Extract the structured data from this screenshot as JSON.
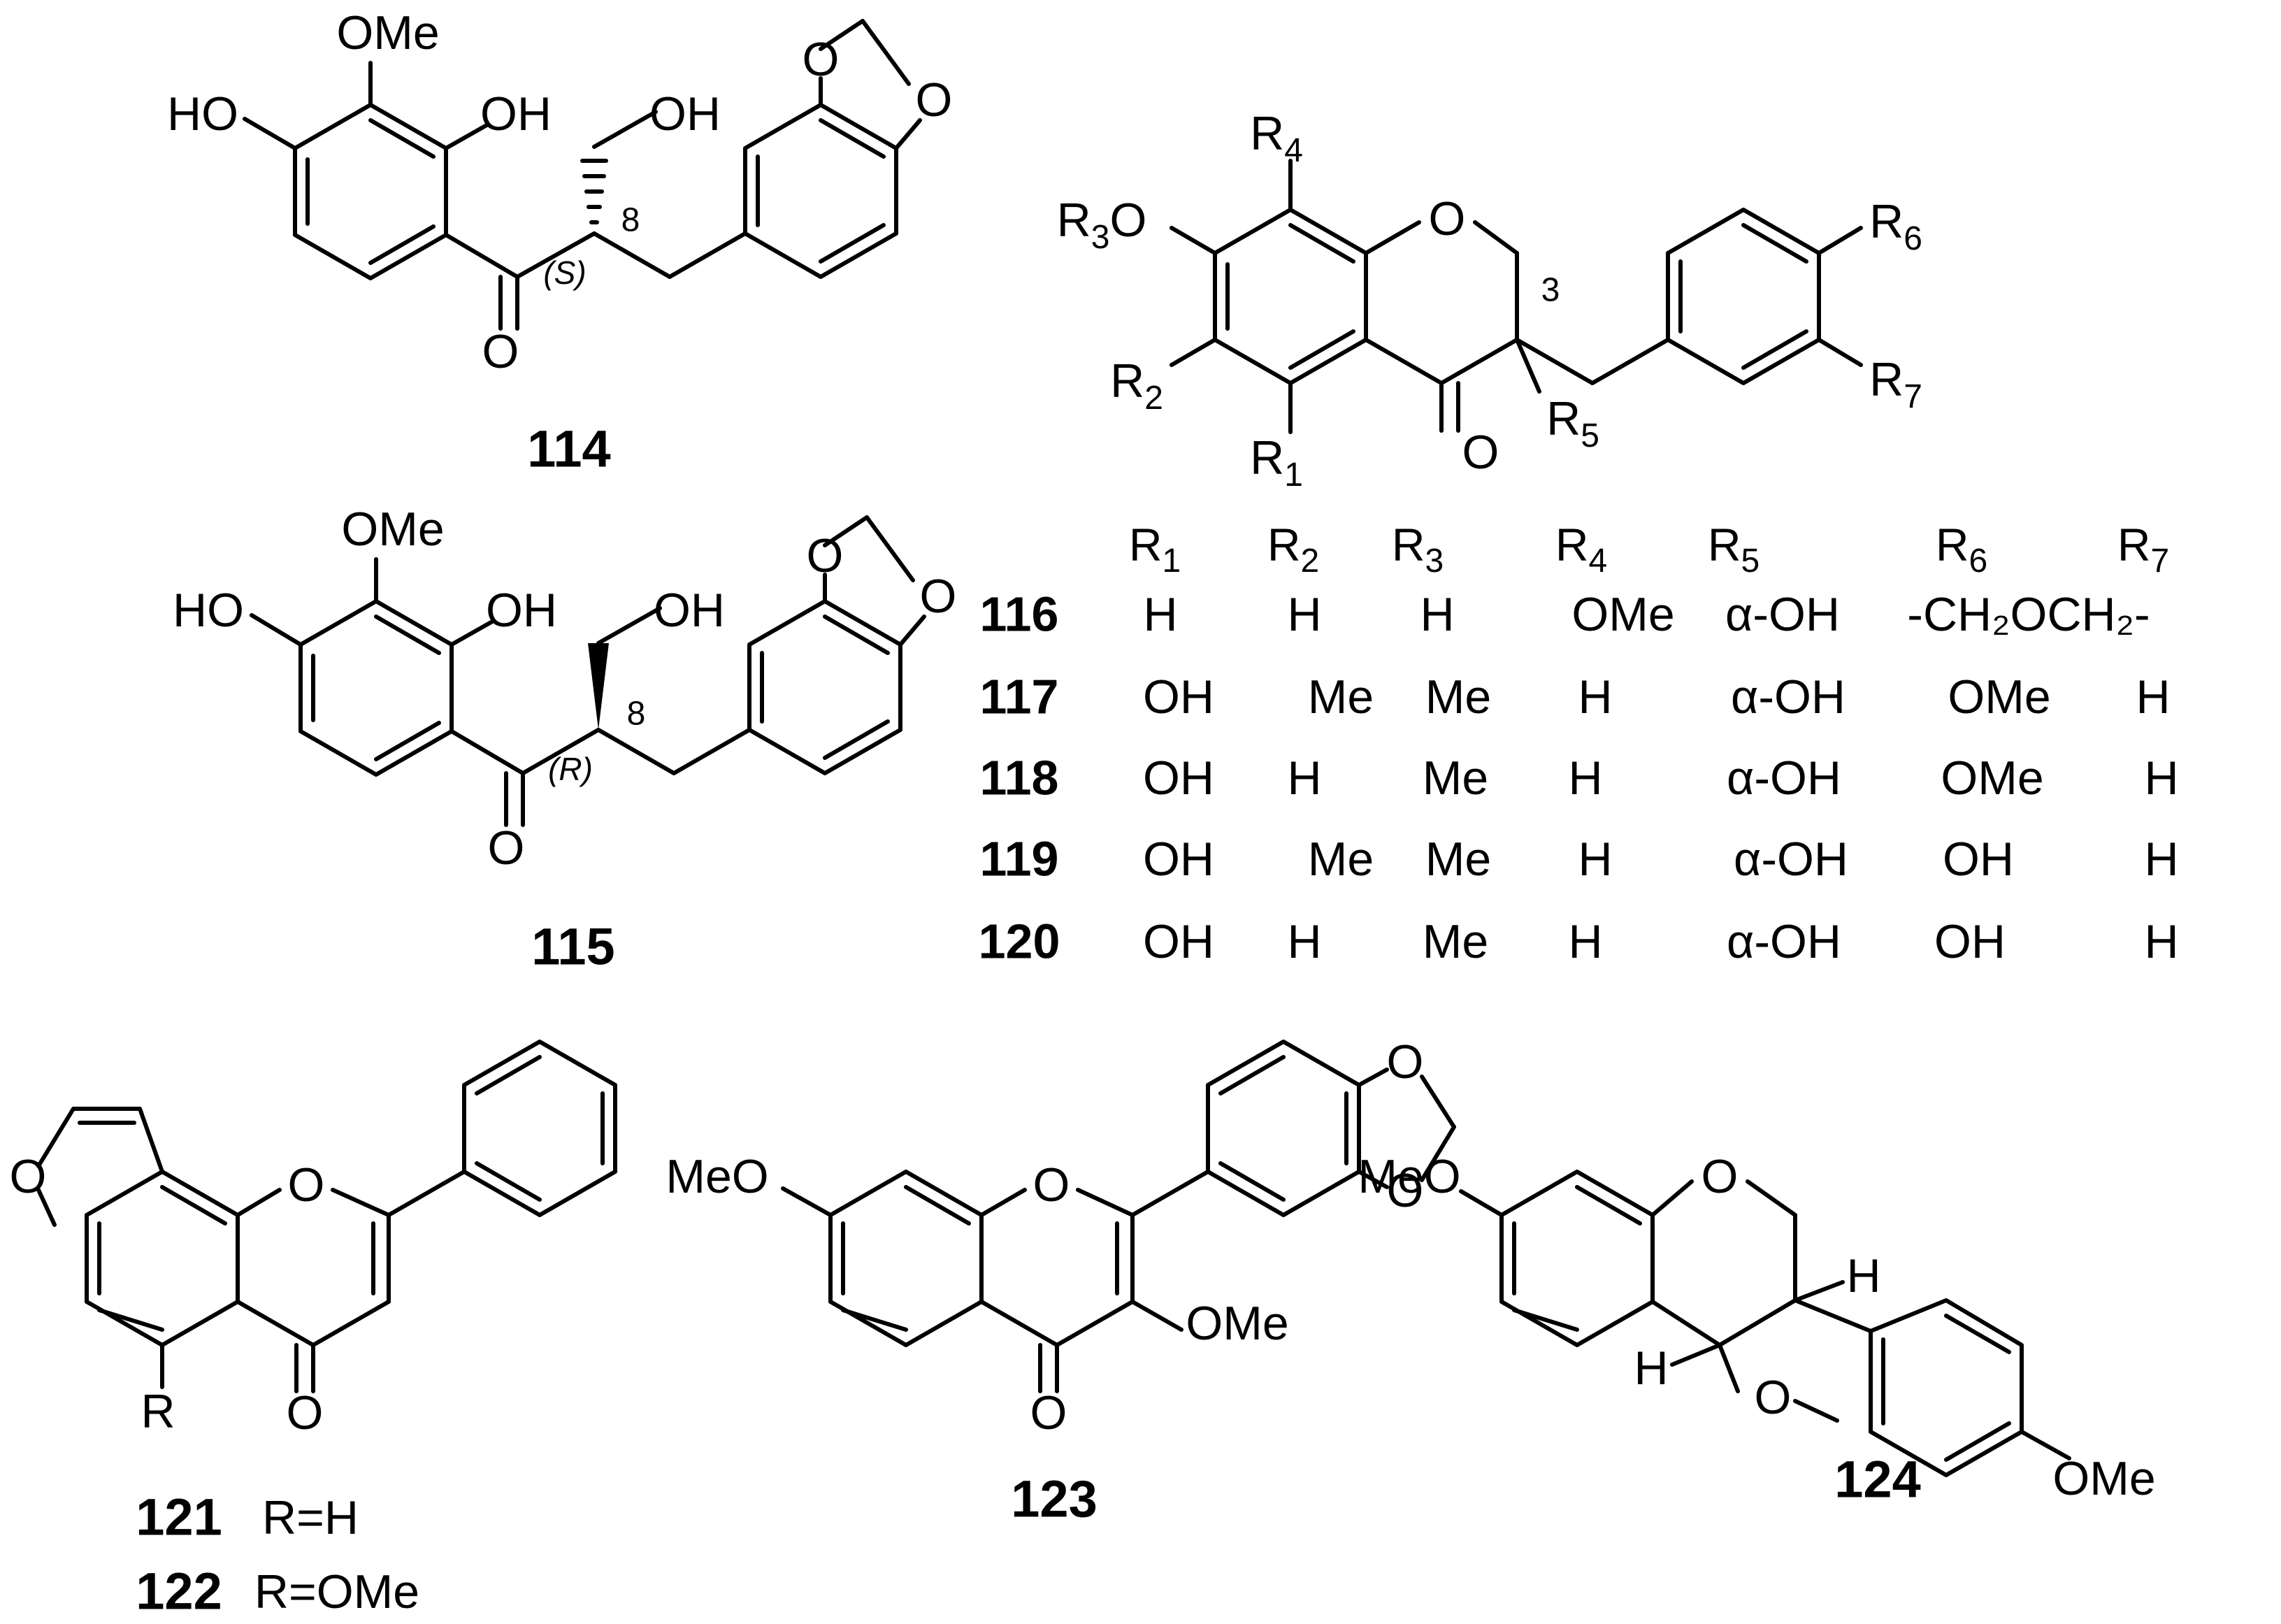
{
  "compounds": {
    "c114": {
      "id": "114",
      "labels": {
        "ome": "OMe",
        "ho": "HO",
        "oh2": "OH",
        "oh8": "OH",
        "o_ring1": "O",
        "o_ring2": "O",
        "c_o": "O",
        "pos8": "8",
        "stereo": "(S)"
      }
    },
    "c115": {
      "id": "115",
      "labels": {
        "ome": "OMe",
        "ho": "HO",
        "oh2": "OH",
        "oh8": "OH",
        "o_ring1": "O",
        "o_ring2": "O",
        "c_o": "O",
        "pos8": "8",
        "stereo": "(R)"
      }
    },
    "core": {
      "labels": {
        "r4": "R",
        "r4_sub": "4",
        "r3o": "R",
        "r3_sub": "3",
        "r3_o": "O",
        "ring_o": "O",
        "pos3": "3",
        "r6": "R",
        "r6_sub": "6",
        "r2": "R",
        "r2_sub": "2",
        "r7": "R",
        "r7_sub": "7",
        "r5": "R",
        "r5_sub": "5",
        "r1": "R",
        "r1_sub": "1",
        "c_o": "O"
      }
    },
    "c121_122": {
      "ids": [
        "121",
        "122"
      ],
      "subs": [
        "R=H",
        "R=OMe"
      ],
      "labels": {
        "furan_o": "O",
        "ring_o": "O",
        "r": "R",
        "c_o": "O"
      }
    },
    "c123": {
      "id": "123",
      "labels": {
        "meo": "MeO",
        "ring_o": "O",
        "o1": "O",
        "o2": "O",
        "ome": "OMe",
        "c_o": "O"
      }
    },
    "c124": {
      "id": "124",
      "labels": {
        "meo": "MeO",
        "ring_o": "O",
        "h1": "H",
        "h2": "H",
        "o_furan": "O",
        "ome": "OMe"
      }
    }
  },
  "table": {
    "headers": [
      {
        "r": "R",
        "sub": "1"
      },
      {
        "r": "R",
        "sub": "2"
      },
      {
        "r": "R",
        "sub": "3"
      },
      {
        "r": "R",
        "sub": "4"
      },
      {
        "r": "R",
        "sub": "5"
      },
      {
        "r": "R",
        "sub": "6"
      },
      {
        "r": "R",
        "sub": "7"
      }
    ],
    "rows": [
      {
        "id": "116",
        "cells": [
          "H",
          "H",
          "H",
          "OMe",
          "α-OH",
          "-CH₂OCH₂-"
        ]
      },
      {
        "id": "117",
        "cells": [
          "OH",
          "Me",
          "Me",
          "H",
          "α-OH",
          "OMe",
          "H"
        ]
      },
      {
        "id": "118",
        "cells": [
          "OH",
          "H",
          "Me",
          "H",
          "α-OH",
          "OMe",
          "H"
        ]
      },
      {
        "id": "119",
        "cells": [
          "OH",
          "Me",
          "Me",
          "H",
          "α-OH",
          "OH",
          "H"
        ]
      },
      {
        "id": "120",
        "cells": [
          "OH",
          "H",
          "Me",
          "H",
          "α-OH",
          "OH",
          "H"
        ]
      }
    ]
  }
}
